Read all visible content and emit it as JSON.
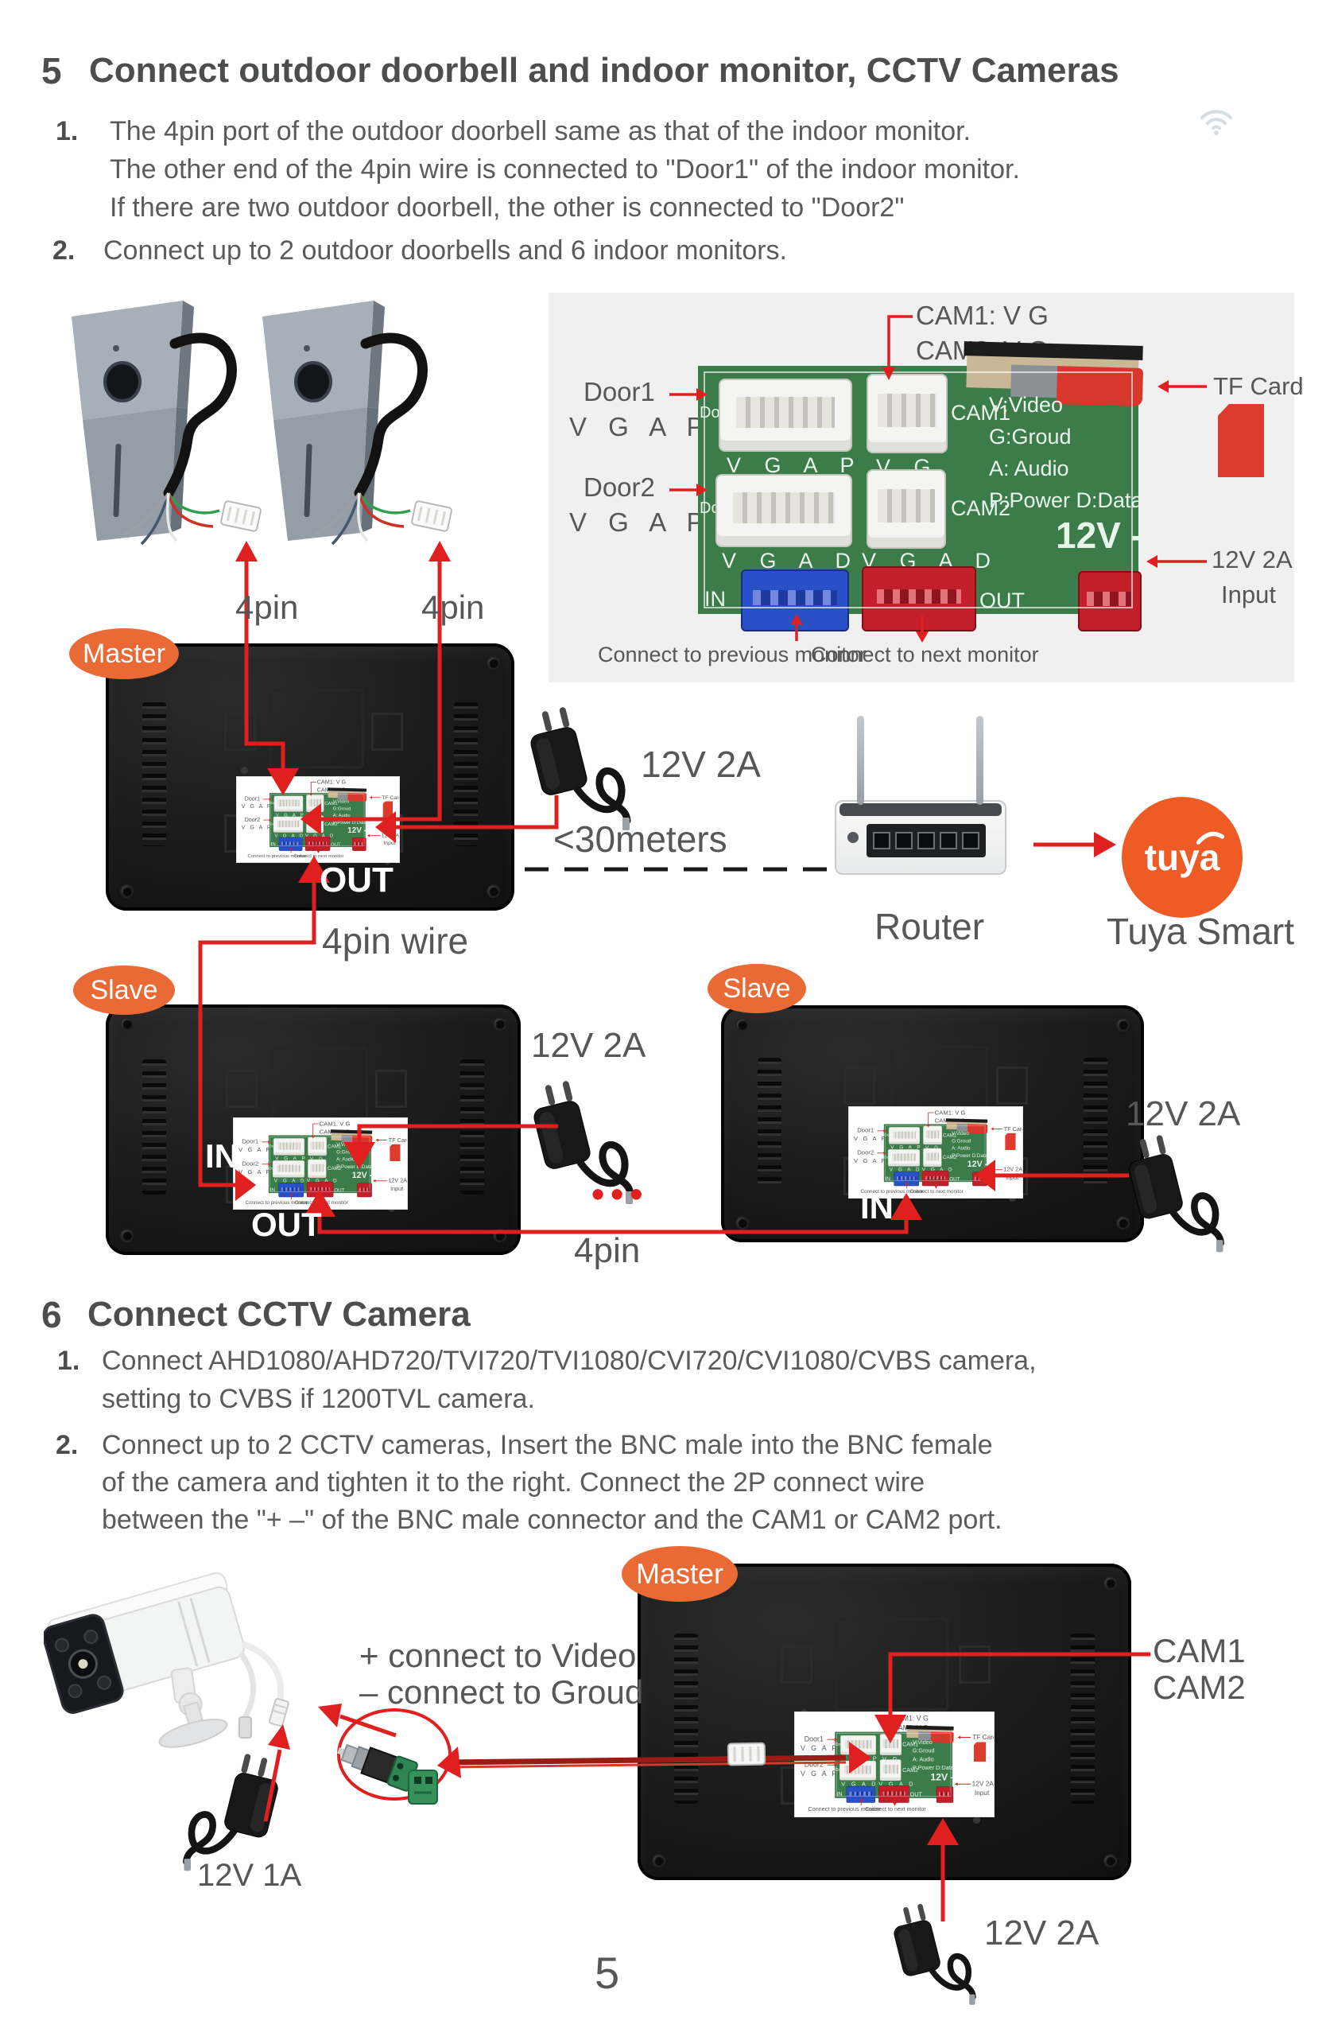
{
  "page": {
    "number": "5"
  },
  "section5": {
    "num": "5",
    "title": "Connect outdoor doorbell and indoor monitor, CCTV Cameras",
    "item1_num": "1.",
    "item1_lines": [
      "The 4pin port of the outdoor doorbell same as that of the indoor monitor.",
      "The other end of the 4pin wire is connected to \"Door1\" of the indoor monitor.",
      "If there are two outdoor doorbell, the other is connected to \"Door2\""
    ],
    "item2_num": "2.",
    "item2": "Connect up to 2 outdoor doorbells and 6 indoor monitors."
  },
  "board": {
    "cam1_line": "CAM1:  V  G",
    "cam2_line": "CAM2:  V  G",
    "door1": "Door1",
    "door2": "Door2",
    "vgap": "V G A P",
    "tf_card": "TF Card",
    "v12": "12V 2A",
    "input": "Input",
    "pcb_door1": "Door1",
    "pcb_door2": "Door2",
    "cam1": "CAM1",
    "cam2": "CAM2",
    "vg": "V G",
    "vgad": "V G A D",
    "in": "IN",
    "out": "OUT",
    "legend": [
      "V:Video",
      "G:Groud",
      "A: Audio",
      "P:Power D:Data"
    ],
    "v12_dash": "12V -",
    "prev": "Connect to previous monitor",
    "next": "Connect to next monitor"
  },
  "labels": {
    "fourpin": "4pin",
    "fourpin_wire": "4pin wire",
    "master": "Master",
    "slave": "Slave",
    "v12_2a": "12V 2A",
    "v12_1a": "12V 1A",
    "meters": "<30meters",
    "in": "IN",
    "out": "OUT",
    "dots": "•••",
    "router": "Router",
    "tuya": "tuya",
    "tuya_smart": "Tuya Smart",
    "cam1": "CAM1",
    "cam2": "CAM2",
    "plus": "+ connect to Video",
    "minus": "– connect to Groud"
  },
  "section6": {
    "num": "6",
    "title": "Connect CCTV Camera",
    "item1_num": "1.",
    "item1_lines": [
      "Connect AHD1080/AHD720/TVI720/TVI1080/CVI720/CVI1080/CVBS camera,",
      "setting to CVBS if 1200TVL camera."
    ],
    "item2_num": "2.",
    "item2_lines": [
      "Connect up to 2 CCTV cameras, Insert the BNC male into the BNC female",
      "of the camera and tighten it to the right. Connect the 2P connect wire",
      "between the \"+ –\" of the BNC male connector and the CAM1 or CAM2 port."
    ]
  },
  "icons": {
    "wifi": "wifi-signal-arcs",
    "tf_card": "red-microsd-card"
  }
}
